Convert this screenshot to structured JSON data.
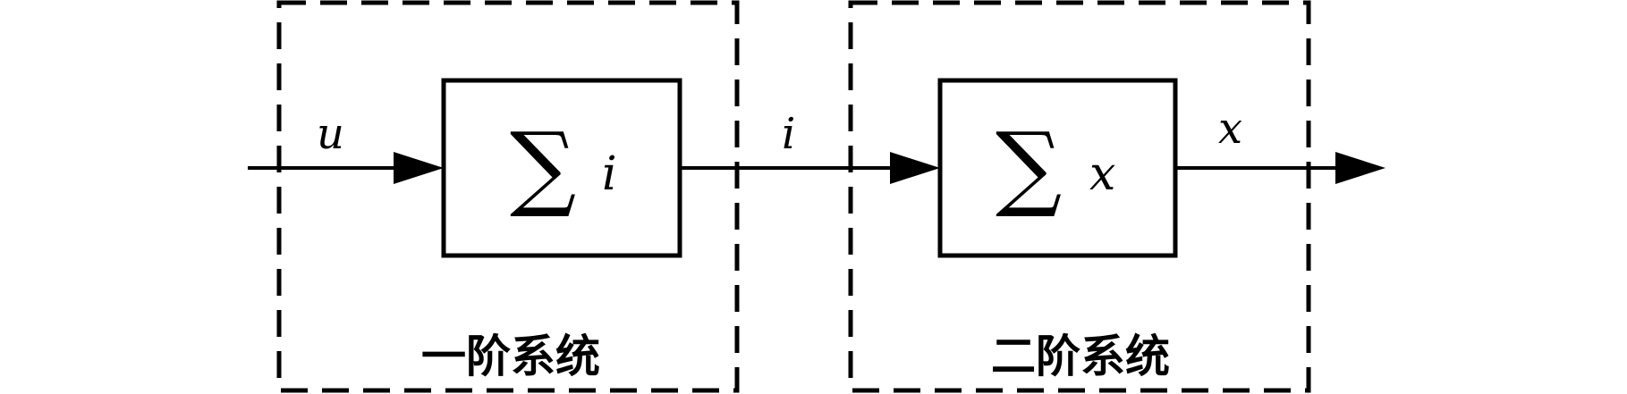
{
  "signals": {
    "input": "u",
    "intermediate": "i",
    "output": "x"
  },
  "blocks": [
    {
      "sigma": "∑",
      "variable": "i"
    },
    {
      "sigma": "∑",
      "variable": "x"
    }
  ],
  "groups": [
    {
      "label": "一阶系统"
    },
    {
      "label": "二阶系统"
    }
  ],
  "colors": {
    "line": "#000000",
    "background": "#ffffff"
  }
}
